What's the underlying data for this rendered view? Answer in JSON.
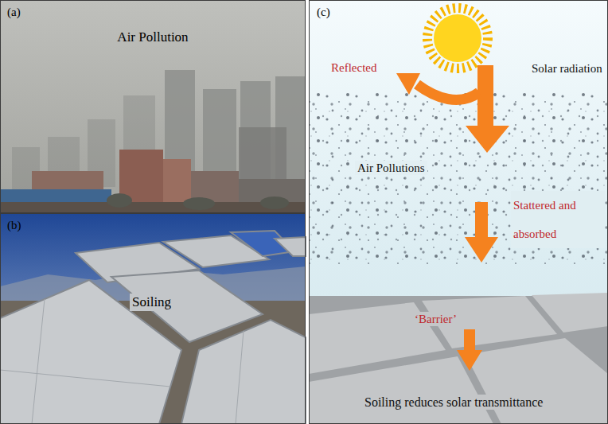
{
  "diagram": {
    "nodes": [
      {
        "text": [
          "(a)",
          "Air Pollution"
        ]
      },
      {
        "text": [
          "(b)",
          "Soiling"
        ]
      },
      {
        "text": [
          "(c)"
        ]
      }
    ],
    "labels": [
      "Solar radiation",
      "Reflected",
      "Air Pollutions",
      "Stattered and absorbed",
      "‘Barrier’",
      "Soiling reduces solar transmittance"
    ]
  }
}
